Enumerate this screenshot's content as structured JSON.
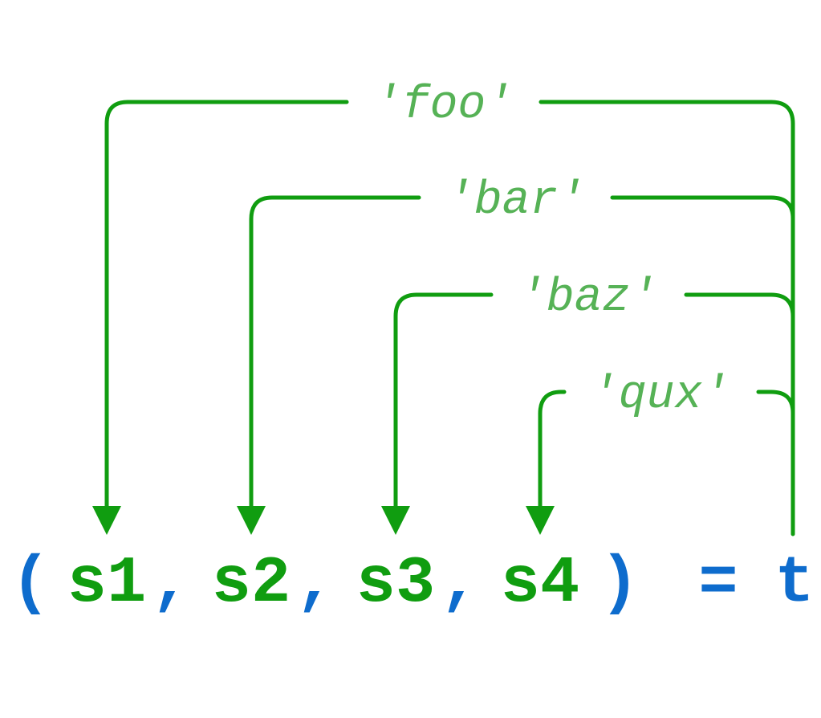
{
  "diagram": {
    "colors": {
      "connector": "#109d10",
      "label": "#56b256",
      "variable": "#109d10",
      "syntax": "#0e6ccd"
    },
    "labels": {
      "foo": "'foo'",
      "bar": "'bar'",
      "baz": "'baz'",
      "qux": "'qux'"
    },
    "code": {
      "open_paren": "(",
      "s1": "s1",
      "comma1": ",",
      "s2": "s2",
      "comma2": ",",
      "s3": "s3",
      "comma3": ",",
      "s4": "s4",
      "close_paren": ")",
      "equals": "=",
      "t": "t"
    }
  }
}
